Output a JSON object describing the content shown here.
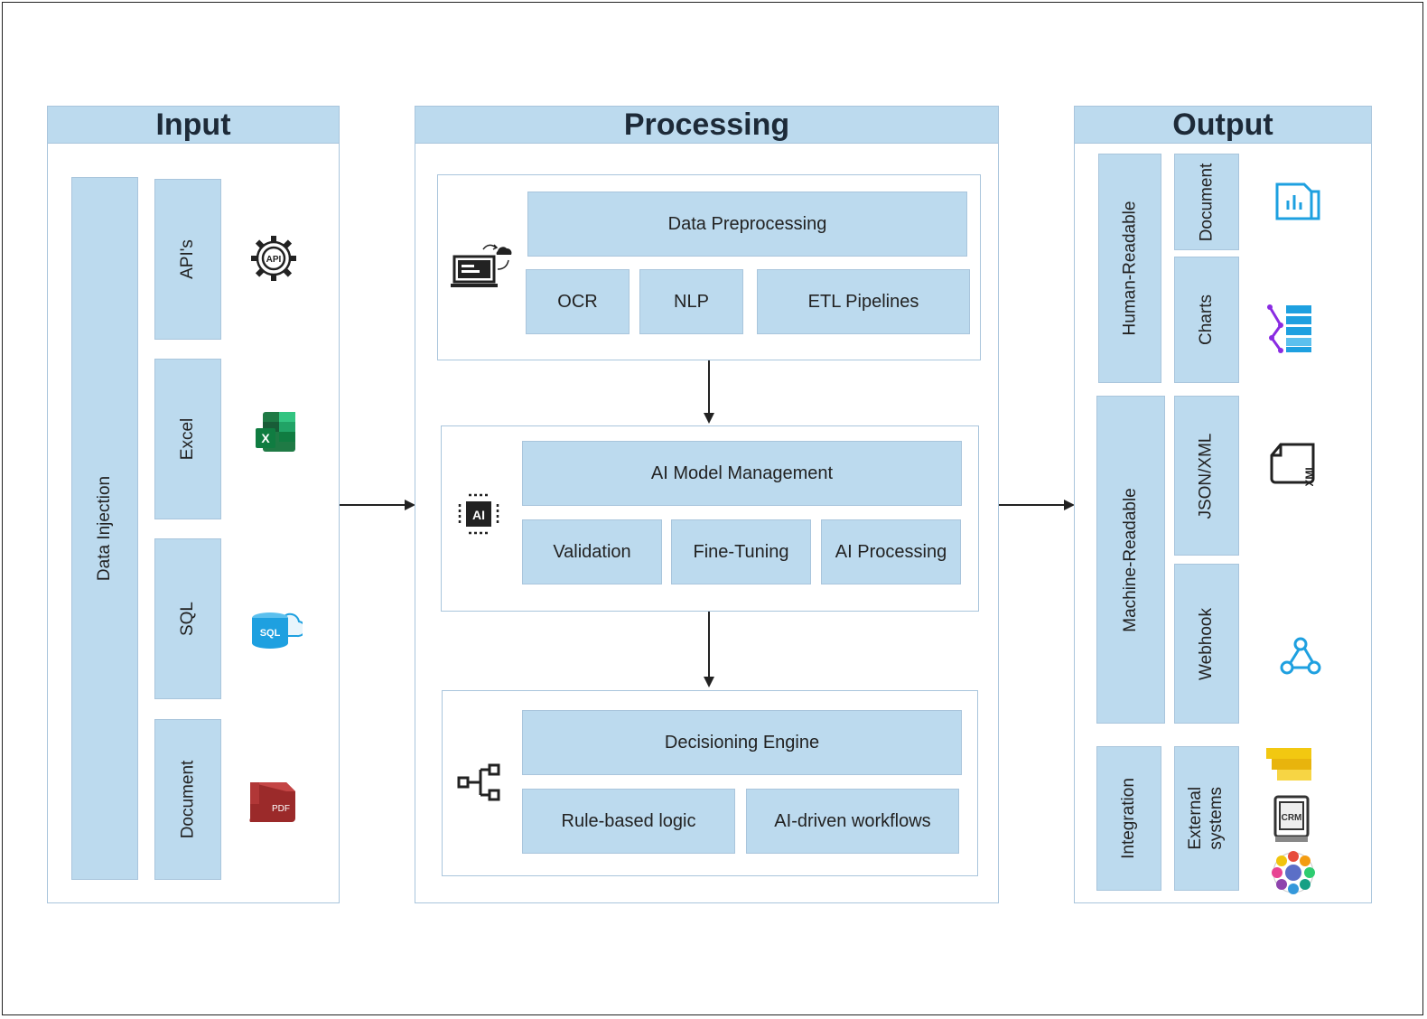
{
  "input": {
    "title": "Input",
    "data_injection": "Data Injection",
    "sources": [
      "API's",
      "Excel",
      "SQL",
      "Document"
    ],
    "icons": [
      "api-gear-icon",
      "excel-icon",
      "sql-database-icon",
      "pdf-icon"
    ],
    "icon_text": {
      "api": "API",
      "sql": "SQL",
      "pdf": "PDF",
      "excel": "X"
    }
  },
  "processing": {
    "title": "Processing",
    "preprocessing": {
      "title": "Data Preprocessing",
      "items": [
        "OCR",
        "NLP",
        "ETL Pipelines"
      ],
      "icon": "laptop-cloud-icon"
    },
    "model_management": {
      "title": "AI Model Management",
      "items": [
        "Validation",
        "Fine-Tuning",
        "AI Processing"
      ],
      "icon": "ai-chip-icon",
      "icon_text": "AI"
    },
    "decisioning": {
      "title": "Decisioning Engine",
      "items": [
        "Rule-based logic",
        "AI-driven workflows"
      ],
      "icon": "flow-tree-icon"
    }
  },
  "output": {
    "title": "Output",
    "human_readable": {
      "label": "Human-Readable",
      "items": [
        "Document",
        "Charts"
      ]
    },
    "machine_readable": {
      "label": "Machine-Readable",
      "items": [
        "JSON/XML",
        "Webhook"
      ],
      "xml_text": "XML"
    },
    "integration": {
      "label": "Integration",
      "item": "External systems",
      "crm_text": "CRM"
    }
  },
  "colors": {
    "box_fill": "#bcdaee",
    "box_border": "#a9c5dc",
    "accent_blue": "#1ea0e0",
    "excel_green": "#1f7a45",
    "pdf_red": "#9b2a2a",
    "chart_purple": "#8a2be2"
  }
}
